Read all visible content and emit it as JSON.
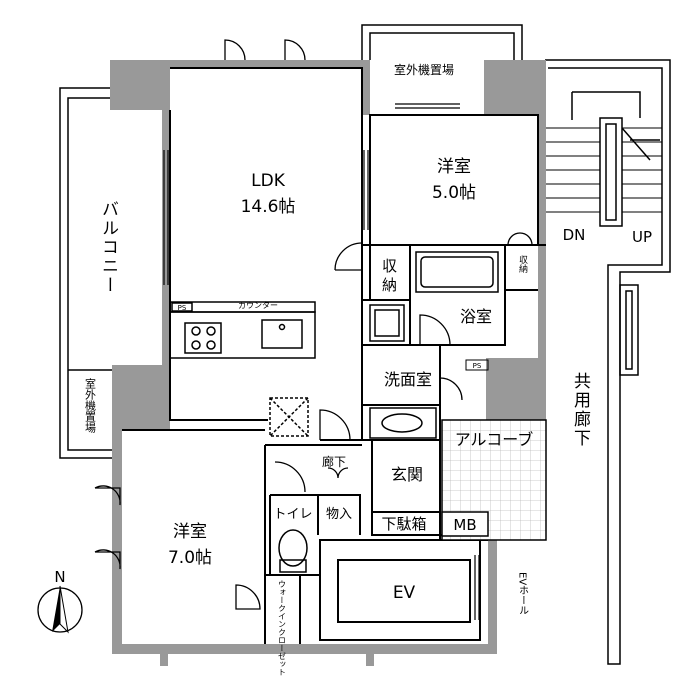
{
  "rooms": {
    "ldk_name": "LDK",
    "ldk_size": "14.6帖",
    "western_a_name": "洋室",
    "western_a_size": "5.0帖",
    "western_b_name": "洋室",
    "western_b_size": "7.0帖",
    "balcony": "バルコニー",
    "outdoor_unit_top": "室外機置場",
    "outdoor_unit_side": "室外機置場",
    "storage_a": "収納",
    "storage_b": "収納",
    "bathroom": "浴室",
    "washroom": "洗面室",
    "alcove": "アルコーブ",
    "entrance": "玄関",
    "shoe_closet": "下駄箱",
    "meter_box": "MB",
    "hallway": "廊下",
    "toilet": "トイレ",
    "closet": "物入",
    "walk_in_closet": "ウォークインクローゼット",
    "elevator": "EV",
    "elevator_hall": "EVホール",
    "common_corridor": "共用廊下",
    "counter": "カウンター",
    "ps_a": "PS",
    "ps_b": "PS"
  },
  "stairs": {
    "down": "DN",
    "up": "UP"
  },
  "compass": {
    "north": "N"
  }
}
